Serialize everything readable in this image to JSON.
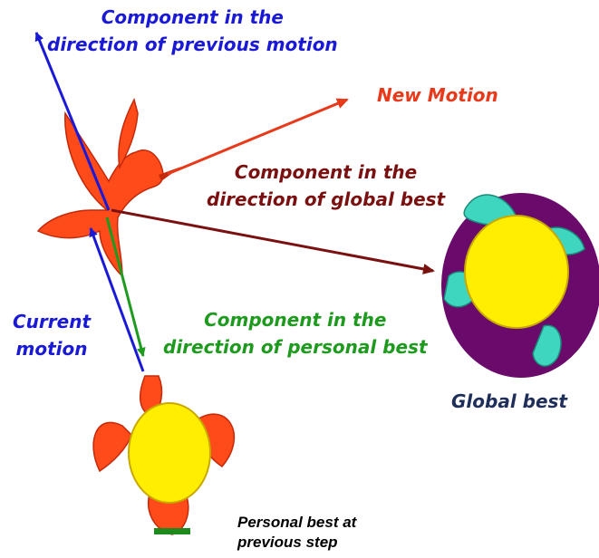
{
  "labels": {
    "previous_motion": {
      "line1": "Component in the",
      "line2": "direction of previous motion"
    },
    "new_motion": "New Motion",
    "global_component": {
      "line1": "Component in the",
      "line2": "direction of global best"
    },
    "current_motion": {
      "line1": "Current",
      "line2": "motion"
    },
    "personal_component": {
      "line1": "Component in the",
      "line2": "direction of personal best"
    },
    "global_best": "Global best",
    "personal_best": {
      "line1": "Personal best at",
      "line2": "previous step"
    }
  },
  "colors": {
    "previous_motion": "#1a1ad6",
    "new_motion": "#e8391a",
    "global_component": "#7a1010",
    "current_motion": "#1a1ad6",
    "personal_component": "#1e9a1e",
    "global_best": "#1f2f5a",
    "bird": "#ff4a1a",
    "bird_outline": "#c42a0a",
    "sun": "#ffee00",
    "ring": "#6a0a6a",
    "teal_bird": "#3fd6c0",
    "ground": "#1e8a1e"
  }
}
